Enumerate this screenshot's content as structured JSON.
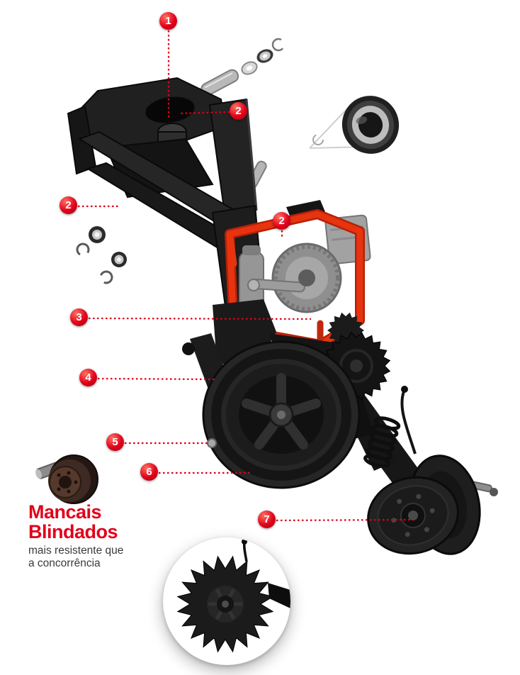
{
  "diagram": {
    "callouts": [
      {
        "num": "1"
      },
      {
        "num": "2"
      },
      {
        "num": "2"
      },
      {
        "num": "2"
      },
      {
        "num": "3"
      },
      {
        "num": "4"
      },
      {
        "num": "5"
      },
      {
        "num": "6"
      },
      {
        "num": "7"
      }
    ]
  },
  "feature": {
    "title_line1": "Mancais",
    "title_line2": "Blindados",
    "subtitle_line1": "mais resistente que",
    "subtitle_line2": "a concorrência"
  },
  "colors": {
    "accent_red": "#e2001a",
    "frame_red": "#e8330f",
    "machine_dark": "#1a1a1a"
  }
}
